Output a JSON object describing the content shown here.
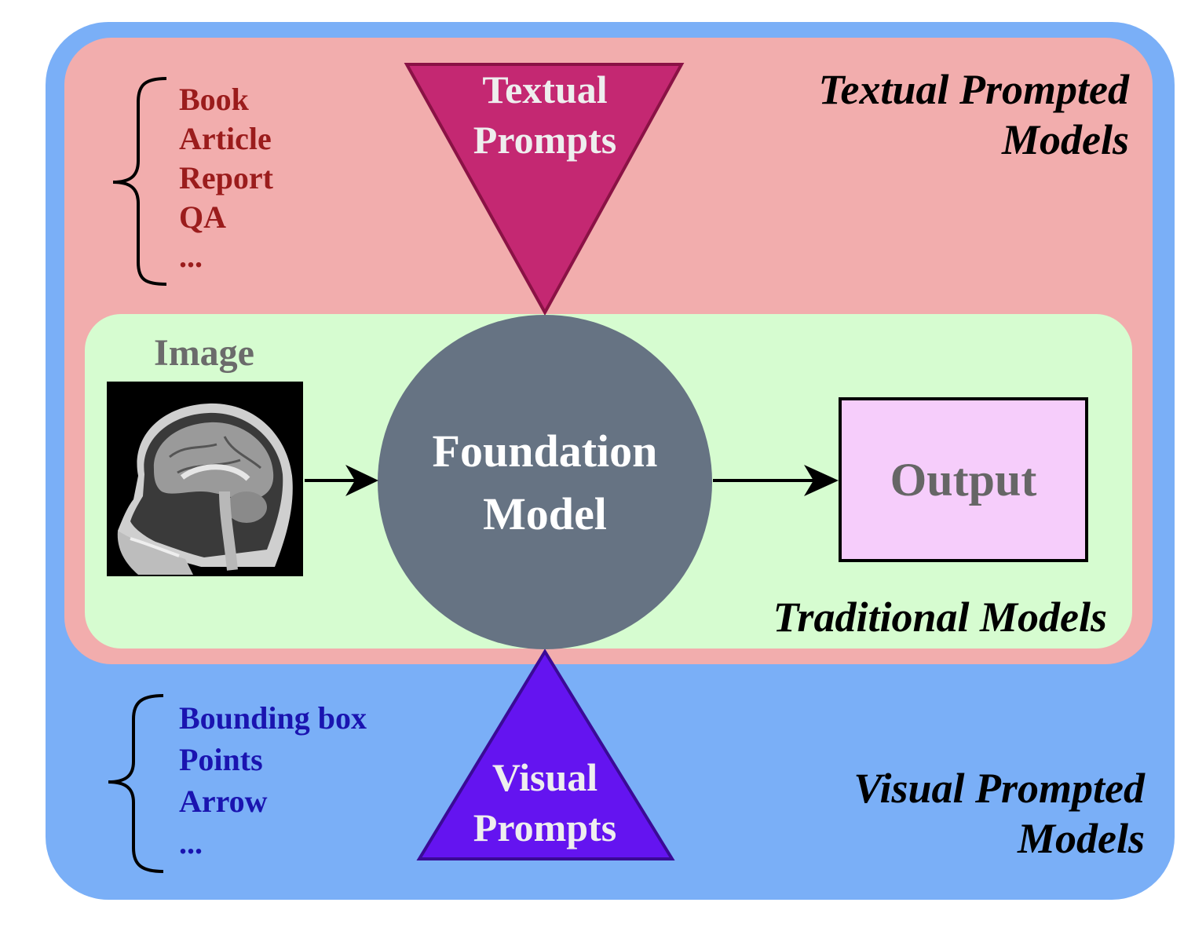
{
  "colors": {
    "visual_region": "#7aaff7",
    "textual_region": "#f2adad",
    "traditional_region": "#d6fcd0",
    "textual_prompt_triangle": "#c42872",
    "visual_prompt_triangle": "#6414f0",
    "foundation_model_circle": "#667383",
    "output_box": "#f6cdfb",
    "textual_list_text": "#9b1c1c",
    "visual_list_text": "#1a14b0"
  },
  "regions": {
    "textual_title_line1": "Textual Prompted",
    "textual_title_line2": "Models",
    "traditional_title": "Traditional Models",
    "visual_title_line1": "Visual Prompted",
    "visual_title_line2": "Models"
  },
  "textual_prompts": {
    "line1": "Textual",
    "line2": "Prompts",
    "examples": [
      "Book",
      "Article",
      "Report",
      "QA",
      "..."
    ]
  },
  "visual_prompts": {
    "line1": "Visual",
    "line2": "Prompts",
    "examples": [
      "Bounding box",
      "Points",
      "Arrow",
      "..."
    ]
  },
  "input": {
    "label": "Image",
    "icon": "brain-mri-sagittal-icon"
  },
  "model": {
    "line1": "Foundation",
    "line2": "Model"
  },
  "output": {
    "label": "Output"
  }
}
